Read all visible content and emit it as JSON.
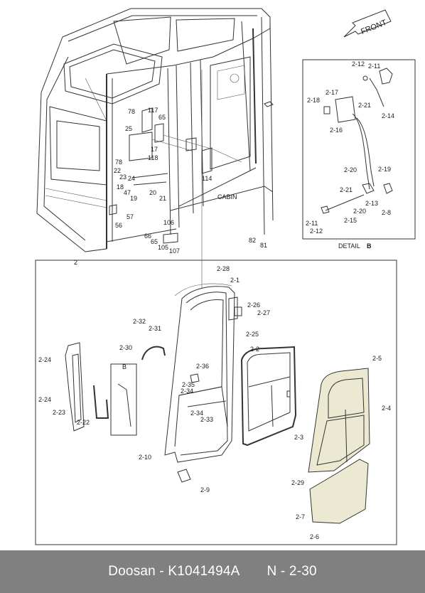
{
  "footer": {
    "part_ref": "Doosan - K1041494A",
    "page_ref": "N - 2-30"
  },
  "labels": {
    "front": "FRONT",
    "cabin": "CABIN",
    "detail": "DETAIL",
    "detail_letter": "B",
    "detail_marker": "B",
    "assembly_number": "2",
    "cabin_parts": [
      "78",
      "117",
      "65",
      "25",
      "17",
      "118",
      "78",
      "22",
      "23",
      "24",
      "18",
      "47",
      "19",
      "20",
      "21",
      "114",
      "57",
      "56",
      "106",
      "66",
      "65",
      "105",
      "107",
      "82",
      "81"
    ],
    "door_parts": [
      "2-28",
      "2-1",
      "2-26",
      "2-27",
      "2-25",
      "2-32",
      "2-31",
      "2-30",
      "2-24",
      "2-24",
      "2-23",
      "2-22",
      "2-36",
      "2-35",
      "2-34",
      "2-34",
      "2-33",
      "2-10",
      "2-9",
      "2-2",
      "2-5",
      "2-4",
      "2-3",
      "2-29",
      "2-7",
      "2-6"
    ],
    "detail_parts": [
      "2-12",
      "2-11",
      "2-17",
      "2-18",
      "2-21",
      "2-14",
      "2-16",
      "2-20",
      "2-19",
      "2-21",
      "2-13",
      "2-20",
      "2-11",
      "2-12",
      "2-15",
      "2-8"
    ]
  },
  "colors": {
    "footer_bg": "#808080",
    "footer_text": "#ffffff",
    "glass_tint": "#ece9d2"
  }
}
